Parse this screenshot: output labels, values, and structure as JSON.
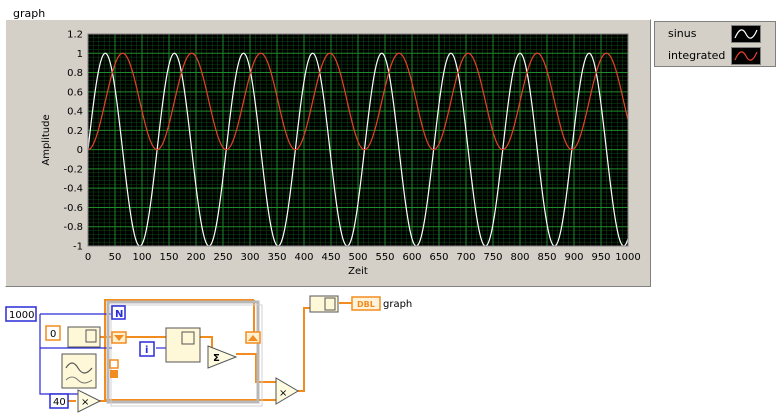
{
  "graph": {
    "title": "graph",
    "legend": [
      {
        "name": "sinus",
        "color": "#ffffff"
      },
      {
        "name": "integrated",
        "color": "#e8402a"
      }
    ],
    "plot_bg": "#000000",
    "grid_color": "#1e8a28"
  },
  "chart_data": {
    "type": "line",
    "title": "",
    "xlabel": "Zeit",
    "ylabel": "Amplitude",
    "xlim": [
      0,
      1000
    ],
    "ylim": [
      -1,
      1.2
    ],
    "x_ticks": [
      "0",
      "50",
      "100",
      "150",
      "200",
      "250",
      "300",
      "350",
      "400",
      "450",
      "500",
      "550",
      "600",
      "650",
      "700",
      "750",
      "800",
      "850",
      "900",
      "950",
      "1000"
    ],
    "y_ticks": [
      "1.2",
      "1",
      "0.8",
      "0.6",
      "0.4",
      "0.2",
      "0",
      "-0.2",
      "-0.4",
      "-0.6",
      "-0.8",
      "-1"
    ],
    "grid": true,
    "legend_position": "right",
    "series": [
      {
        "name": "sinus",
        "color": "#ffffff",
        "function": "sin",
        "period": 128,
        "amplitude": 1
      },
      {
        "name": "integrated",
        "color": "#e8402a",
        "function": "(1-cos)/2",
        "period": 128,
        "amplitude": 1
      }
    ]
  },
  "diagram": {
    "const_samples": "1000",
    "const_zero": "0",
    "const_period": "40",
    "loop_count_label": "N",
    "loop_index_label": "i",
    "multiply_label": "×",
    "sum_label": "Σ",
    "dbl_label": "DBL",
    "indicator_label": "graph",
    "wire_orange": "#f28c1f",
    "wire_blue": "#2a2ad8"
  }
}
